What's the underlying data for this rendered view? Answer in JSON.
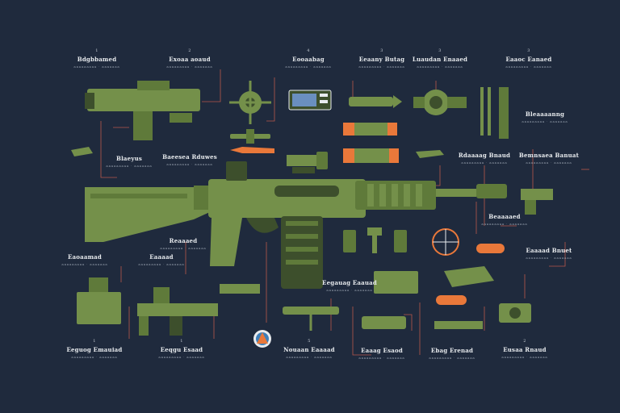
{
  "colors": {
    "background": "#1f2a3d",
    "part_green": "#74904a",
    "part_dark": "#3d4f2c",
    "accent_orange": "#e9783a",
    "leader_red": "#b8574a",
    "text_light": "#e9ecef"
  },
  "callouts": [
    {
      "id": "c1",
      "num": "1",
      "title": "Bdgbbamed",
      "sub": "ааааааааа · ааааааа"
    },
    {
      "id": "c2",
      "num": "2",
      "title": "Exoaa aoaud",
      "sub": "ааааааааа · ааааааа"
    },
    {
      "id": "c3",
      "num": "4",
      "title": "Eooaabag",
      "sub": "ааааааааа · ааааааа"
    },
    {
      "id": "c4",
      "num": "3",
      "title": "Eeaany Butag",
      "sub": "ааааааааа · ааааааа"
    },
    {
      "id": "c5",
      "num": "3",
      "title": "Luaudan Enaaed",
      "sub": "ааааааааа · ааааааа"
    },
    {
      "id": "c6",
      "num": "3",
      "title": "Eaaoc Eanaed",
      "sub": "ааааааааа · ааааааа"
    },
    {
      "id": "c7",
      "num": "",
      "title": "Bleaaaanng",
      "sub": "ааааааааа · ааааааа"
    },
    {
      "id": "c8",
      "num": "",
      "title": "Blaeyus",
      "sub": "ааааааааа · ааааааа"
    },
    {
      "id": "c9",
      "num": "",
      "title": "Baeesea Rduwes",
      "sub": "ааааааааа · ааааааа"
    },
    {
      "id": "c10",
      "num": "",
      "title": "Rdaaaag Bnaud",
      "sub": "ааааааааа · ааааааа"
    },
    {
      "id": "c11",
      "num": "",
      "title": "Bemnsaea Banuat",
      "sub": "ааааааааа · ааааааа"
    },
    {
      "id": "c12",
      "num": "",
      "title": "Beaaaaed",
      "sub": "ааааааааа · ааааааа"
    },
    {
      "id": "c13",
      "num": "",
      "title": "Reaaaed",
      "sub": "ааааааааа · ааааааа"
    },
    {
      "id": "c14",
      "num": "",
      "title": "Eaoaamad",
      "sub": "ааааааааа · ааааааа"
    },
    {
      "id": "c15",
      "num": "",
      "title": "Eaaaad",
      "sub": "ааааааааа · ааааааа"
    },
    {
      "id": "c16",
      "num": "",
      "title": "Eaaaad Bnuet",
      "sub": "ааааааааа · ааааааа"
    },
    {
      "id": "c17",
      "num": "",
      "title": "Eegauag Eaauad",
      "sub": "ааааааааа · ааааааа"
    },
    {
      "id": "c18",
      "num": "1",
      "title": "Eeguog Emauiad",
      "sub": "ааааааааа · ааааааа"
    },
    {
      "id": "c19",
      "num": "1",
      "title": "Eeqgu Esaad",
      "sub": "ааааааааа · ааааааа"
    },
    {
      "id": "c20",
      "num": "5",
      "title": "Nouaan Eaaaad",
      "sub": "ааааааааа · ааааааа"
    },
    {
      "id": "c21",
      "num": "",
      "title": "Eaaag Esaod",
      "sub": "ааааааааа · ааааааа"
    },
    {
      "id": "c22",
      "num": "",
      "title": "Ebag Erenad",
      "sub": "ааааааааа · ааааааа"
    },
    {
      "id": "c23",
      "num": "2",
      "title": "Eusaa Rnaud",
      "sub": "ааааааааа · ааааааа"
    }
  ]
}
